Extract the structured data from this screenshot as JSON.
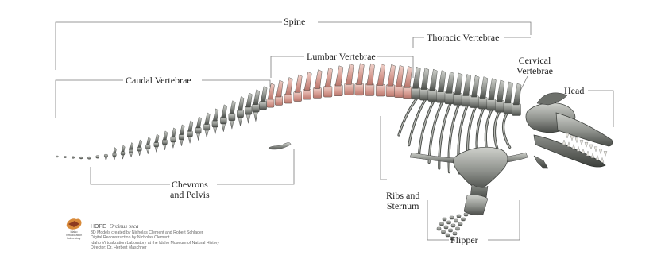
{
  "labels": {
    "spine": "Spine",
    "lumbar": "Lumbar Vertebrae",
    "thoracic": "Thoracic Vertebrae",
    "cervical": "Cervical\nVertebrae",
    "caudal": "Caudal Vertebrae",
    "head": "Head",
    "chevrons": "Chevrons\nand Pelvis",
    "ribs": "Ribs and\nSternum",
    "flipper": "Flipper"
  },
  "credits": {
    "title": "HOPE",
    "species": "Orcinus orca",
    "lines": [
      "3D Models created by Nicholas Clement and Robert Schlader",
      "Digital Reconstruction by Nicholas Clement",
      "Idaho Virtualization Laboratory at the Idaho Museum of Natural History",
      "Director: Dr. Herbert Maschner"
    ]
  },
  "logo": {
    "name": "Idaho Virtualization\nLaboratory"
  },
  "colors": {
    "bone": "#9a9d98",
    "bone_dark": "#4b4e4a",
    "lumbar_tint": "#d99e95",
    "leader": "#7a7a7a",
    "logo_accent": "#d88a3a"
  }
}
